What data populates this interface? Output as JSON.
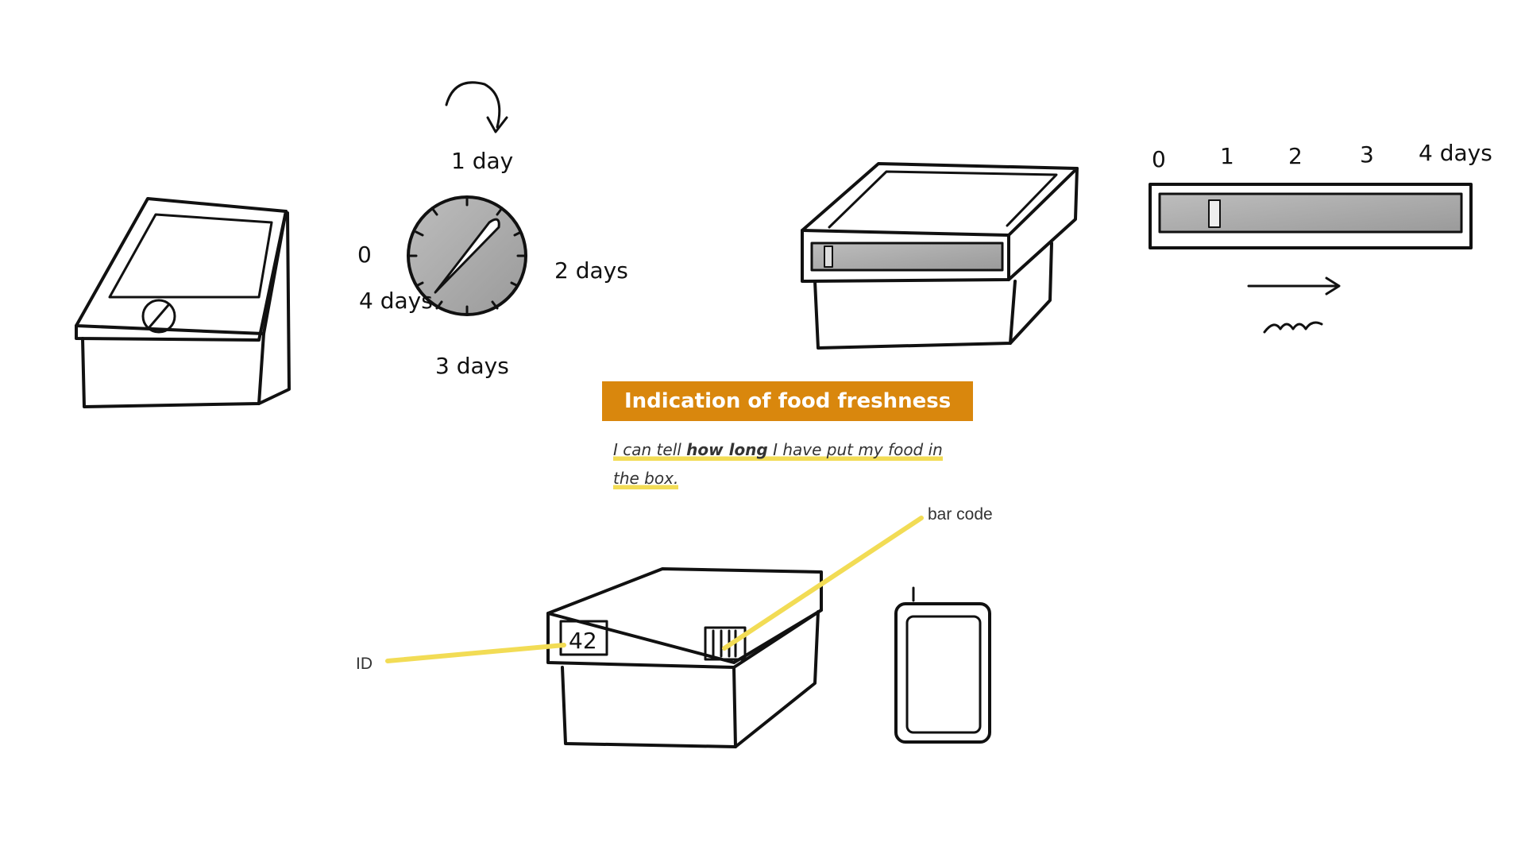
{
  "colors": {
    "accent": "#d9870d",
    "highlight": "#f2dc55",
    "ink": "#111111"
  },
  "dial": {
    "labels": [
      "1 day",
      "2 days",
      "3 days",
      "4 days",
      "0"
    ],
    "turn_arrow_icon": "curved-arrow-icon"
  },
  "scale": {
    "labels": [
      "0",
      "1",
      "2",
      "3",
      "4 days"
    ],
    "direction_icon": "right-arrow-icon"
  },
  "heading": "Indication of food freshness",
  "caption": {
    "before": "I can tell ",
    "bold": "how long",
    "after": " I have put my food in",
    "line2": "the box."
  },
  "annotations": {
    "barcode": "bar code",
    "id": "ID"
  },
  "box": {
    "id_label": "42"
  }
}
